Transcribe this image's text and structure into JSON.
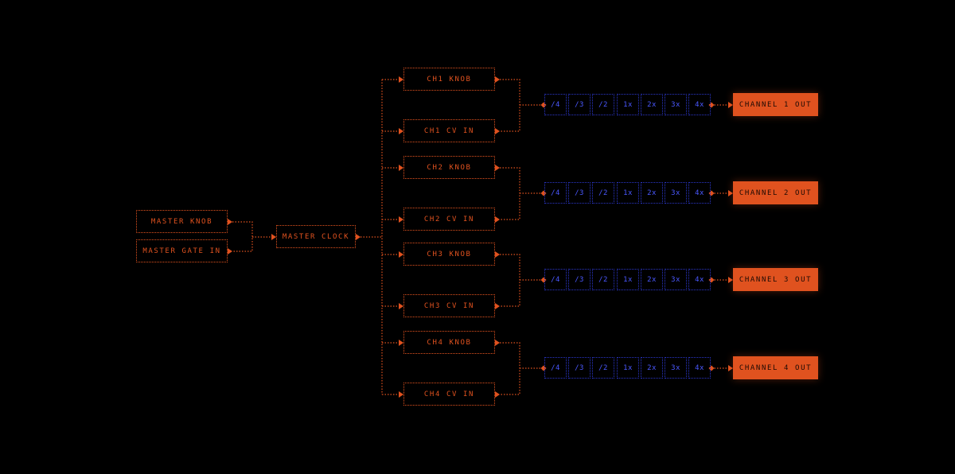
{
  "colors": {
    "background": "#000000",
    "accent": "#e0521f",
    "divider": "#4a58ff"
  },
  "master": {
    "knob_label": "MASTER KNOB",
    "gate_label": "MASTER GATE IN",
    "clock_label": "MASTER CLOCK"
  },
  "channels": [
    {
      "knob_label": "CH1 KNOB",
      "cv_label": "CH1 CV IN",
      "out_label": "CHANNEL 1 OUT",
      "ratios": [
        "/4",
        "/3",
        "/2",
        "1x",
        "2x",
        "3x",
        "4x"
      ]
    },
    {
      "knob_label": "CH2 KNOB",
      "cv_label": "CH2 CV IN",
      "out_label": "CHANNEL 2 OUT",
      "ratios": [
        "/4",
        "/3",
        "/2",
        "1x",
        "2x",
        "3x",
        "4x"
      ]
    },
    {
      "knob_label": "CH3 KNOB",
      "cv_label": "CH3 CV IN",
      "out_label": "CHANNEL 3 OUT",
      "ratios": [
        "/4",
        "/3",
        "/2",
        "1x",
        "2x",
        "3x",
        "4x"
      ]
    },
    {
      "knob_label": "CH4 KNOB",
      "cv_label": "CH4 CV IN",
      "out_label": "CHANNEL 4 OUT",
      "ratios": [
        "/4",
        "/3",
        "/2",
        "1x",
        "2x",
        "3x",
        "4x"
      ]
    }
  ]
}
